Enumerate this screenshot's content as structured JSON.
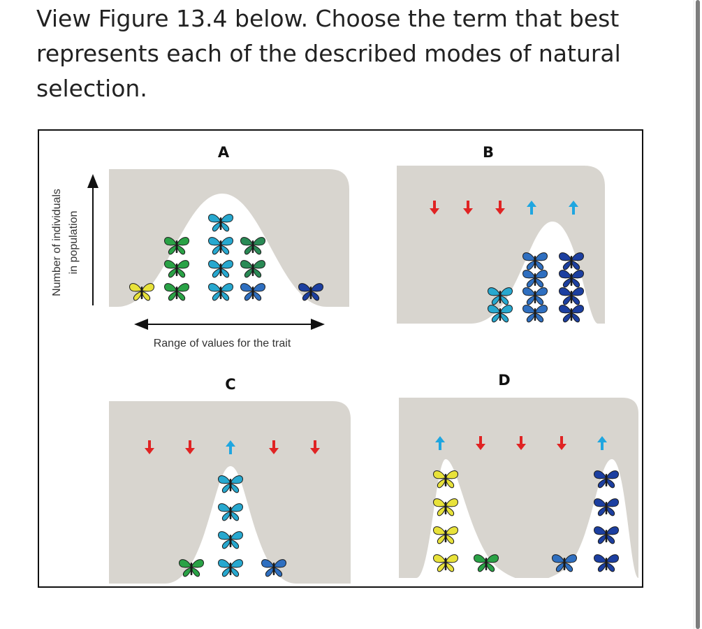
{
  "question": {
    "text": "View Figure 13.4 below. Choose the term that best represents each of the described modes of natural selection."
  },
  "figure": {
    "y_axis_label_line1": "Number of individuals",
    "y_axis_label_line2": "in population",
    "x_axis_label": "Range of values for the trait",
    "panels": [
      {
        "label": "A",
        "arrows": [],
        "columns": [
          {
            "colors": [
              "#e8e23a"
            ]
          },
          {
            "colors": [
              "#2aa246",
              "#2aa246",
              "#2aa246"
            ]
          },
          {
            "colors": [
              "#27a8cf",
              "#27a8cf",
              "#27a8cf",
              "#27a8cf"
            ]
          },
          {
            "colors": [
              "#2f6fc0",
              "#2a8a55",
              "#2a8a55"
            ]
          },
          {
            "colors": [
              "#1c3fa0"
            ]
          }
        ]
      },
      {
        "label": "B",
        "arrows": [
          {
            "dir": "down",
            "color": "#e02323"
          },
          {
            "dir": "down",
            "color": "#e02323"
          },
          {
            "dir": "down",
            "color": "#e02323"
          },
          {
            "dir": "up",
            "color": "#1fa6e0"
          },
          {
            "dir": "up",
            "color": "#1fa6e0"
          }
        ],
        "columns": [
          {
            "colors": []
          },
          {
            "colors": []
          },
          {
            "colors": [
              "#27a8cf",
              "#27a8cf"
            ]
          },
          {
            "colors": [
              "#2f6fc0",
              "#2f6fc0",
              "#2f6fc0",
              "#2f6fc0"
            ]
          },
          {
            "colors": [
              "#1c3fa0",
              "#1c3fa0",
              "#1c3fa0",
              "#1c3fa0"
            ]
          }
        ]
      },
      {
        "label": "C",
        "arrows": [
          {
            "dir": "down",
            "color": "#e02323"
          },
          {
            "dir": "down",
            "color": "#e02323"
          },
          {
            "dir": "up",
            "color": "#1fa6e0"
          },
          {
            "dir": "down",
            "color": "#e02323"
          },
          {
            "dir": "down",
            "color": "#e02323"
          }
        ],
        "columns": [
          {
            "colors": []
          },
          {
            "colors": [
              "#2aa246"
            ]
          },
          {
            "colors": [
              "#27a8cf",
              "#27a8cf",
              "#27a8cf",
              "#27a8cf"
            ]
          },
          {
            "colors": [
              "#2f6fc0"
            ]
          },
          {
            "colors": []
          }
        ]
      },
      {
        "label": "D",
        "arrows": [
          {
            "dir": "up",
            "color": "#1fa6e0"
          },
          {
            "dir": "down",
            "color": "#e02323"
          },
          {
            "dir": "down",
            "color": "#e02323"
          },
          {
            "dir": "down",
            "color": "#e02323"
          },
          {
            "dir": "up",
            "color": "#1fa6e0"
          }
        ],
        "columns": [
          {
            "colors": [
              "#e8e23a",
              "#e8e23a",
              "#e8e23a",
              "#e8e23a"
            ]
          },
          {
            "colors": [
              "#2aa246"
            ]
          },
          {
            "colors": []
          },
          {
            "colors": [
              "#2f6fc0"
            ]
          },
          {
            "colors": [
              "#1c3fa0",
              "#1c3fa0",
              "#1c3fa0",
              "#1c3fa0"
            ]
          }
        ]
      }
    ]
  }
}
